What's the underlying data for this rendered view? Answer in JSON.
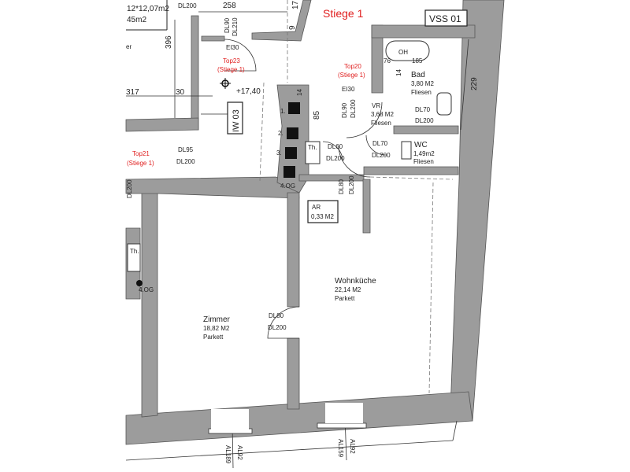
{
  "title": "Stiege 1",
  "tags": {
    "vss": "VSS 01",
    "iw": "IW 03"
  },
  "top_left": {
    "area_line1": "12*12,07m2",
    "area_line2": "45m2",
    "partial": "er",
    "dl200": "DL200"
  },
  "dimensions": {
    "d258": "258",
    "d396": "396",
    "d17": "17",
    "d9": "9",
    "d30": "30",
    "d317": "317",
    "d85": "85",
    "d14a": "14",
    "d14b": "14",
    "d229": "229",
    "d76": "76",
    "d185": "185"
  },
  "level": "+17,40",
  "units": [
    {
      "name": "Top23",
      "stair": "(Stiege 1)"
    },
    {
      "name": "Top20",
      "stair": "(Stiege 1)"
    },
    {
      "name": "Top21",
      "stair": "(Stiege 1)"
    }
  ],
  "doors": {
    "entry_top23": {
      "a": "DL90",
      "b": "DL210",
      "c": "EI30"
    },
    "ei30_top20": "EI30",
    "vr": {
      "a": "DL90",
      "b": "DL200"
    },
    "bad": {
      "a": "DL70",
      "b": "DL200"
    },
    "wc": {
      "a": "DL70",
      "b": "DL200"
    },
    "th": {
      "a": "DL60",
      "b": "DL200"
    },
    "ar": {
      "a": "DL80",
      "b": "DL200"
    },
    "top21": {
      "a": "DL95",
      "b": "DL200"
    },
    "zimmer": {
      "a": "DL80",
      "b": "DL200"
    },
    "left": "DL200"
  },
  "flues": [
    "1.",
    "2.",
    "3.",
    "4.OG"
  ],
  "flue_left": "4.OG",
  "th_labels": [
    "Th.",
    "Th."
  ],
  "bathtub": "OH",
  "rooms": [
    {
      "name": "Bad",
      "area": "3,80 M2",
      "floor": "Fliesen"
    },
    {
      "name": "VR",
      "area": "3,68 M2",
      "floor": "Fliesen"
    },
    {
      "name": "WC",
      "area": "1,49m2",
      "floor": "Fliesen"
    },
    {
      "name": "AR",
      "area": "0,33 M2"
    },
    {
      "name": "Wohnküche",
      "area": "22,14 M2",
      "floor": "Parkett"
    },
    {
      "name": "Zimmer",
      "area": "18,82 M2",
      "floor": "Parkett"
    }
  ],
  "windows": [
    {
      "a": "AL92",
      "b": "AL189"
    },
    {
      "a": "AL92",
      "b": "AL159"
    }
  ],
  "colors": {
    "wall": "#9c9c9c",
    "label_red": "#e02020"
  }
}
